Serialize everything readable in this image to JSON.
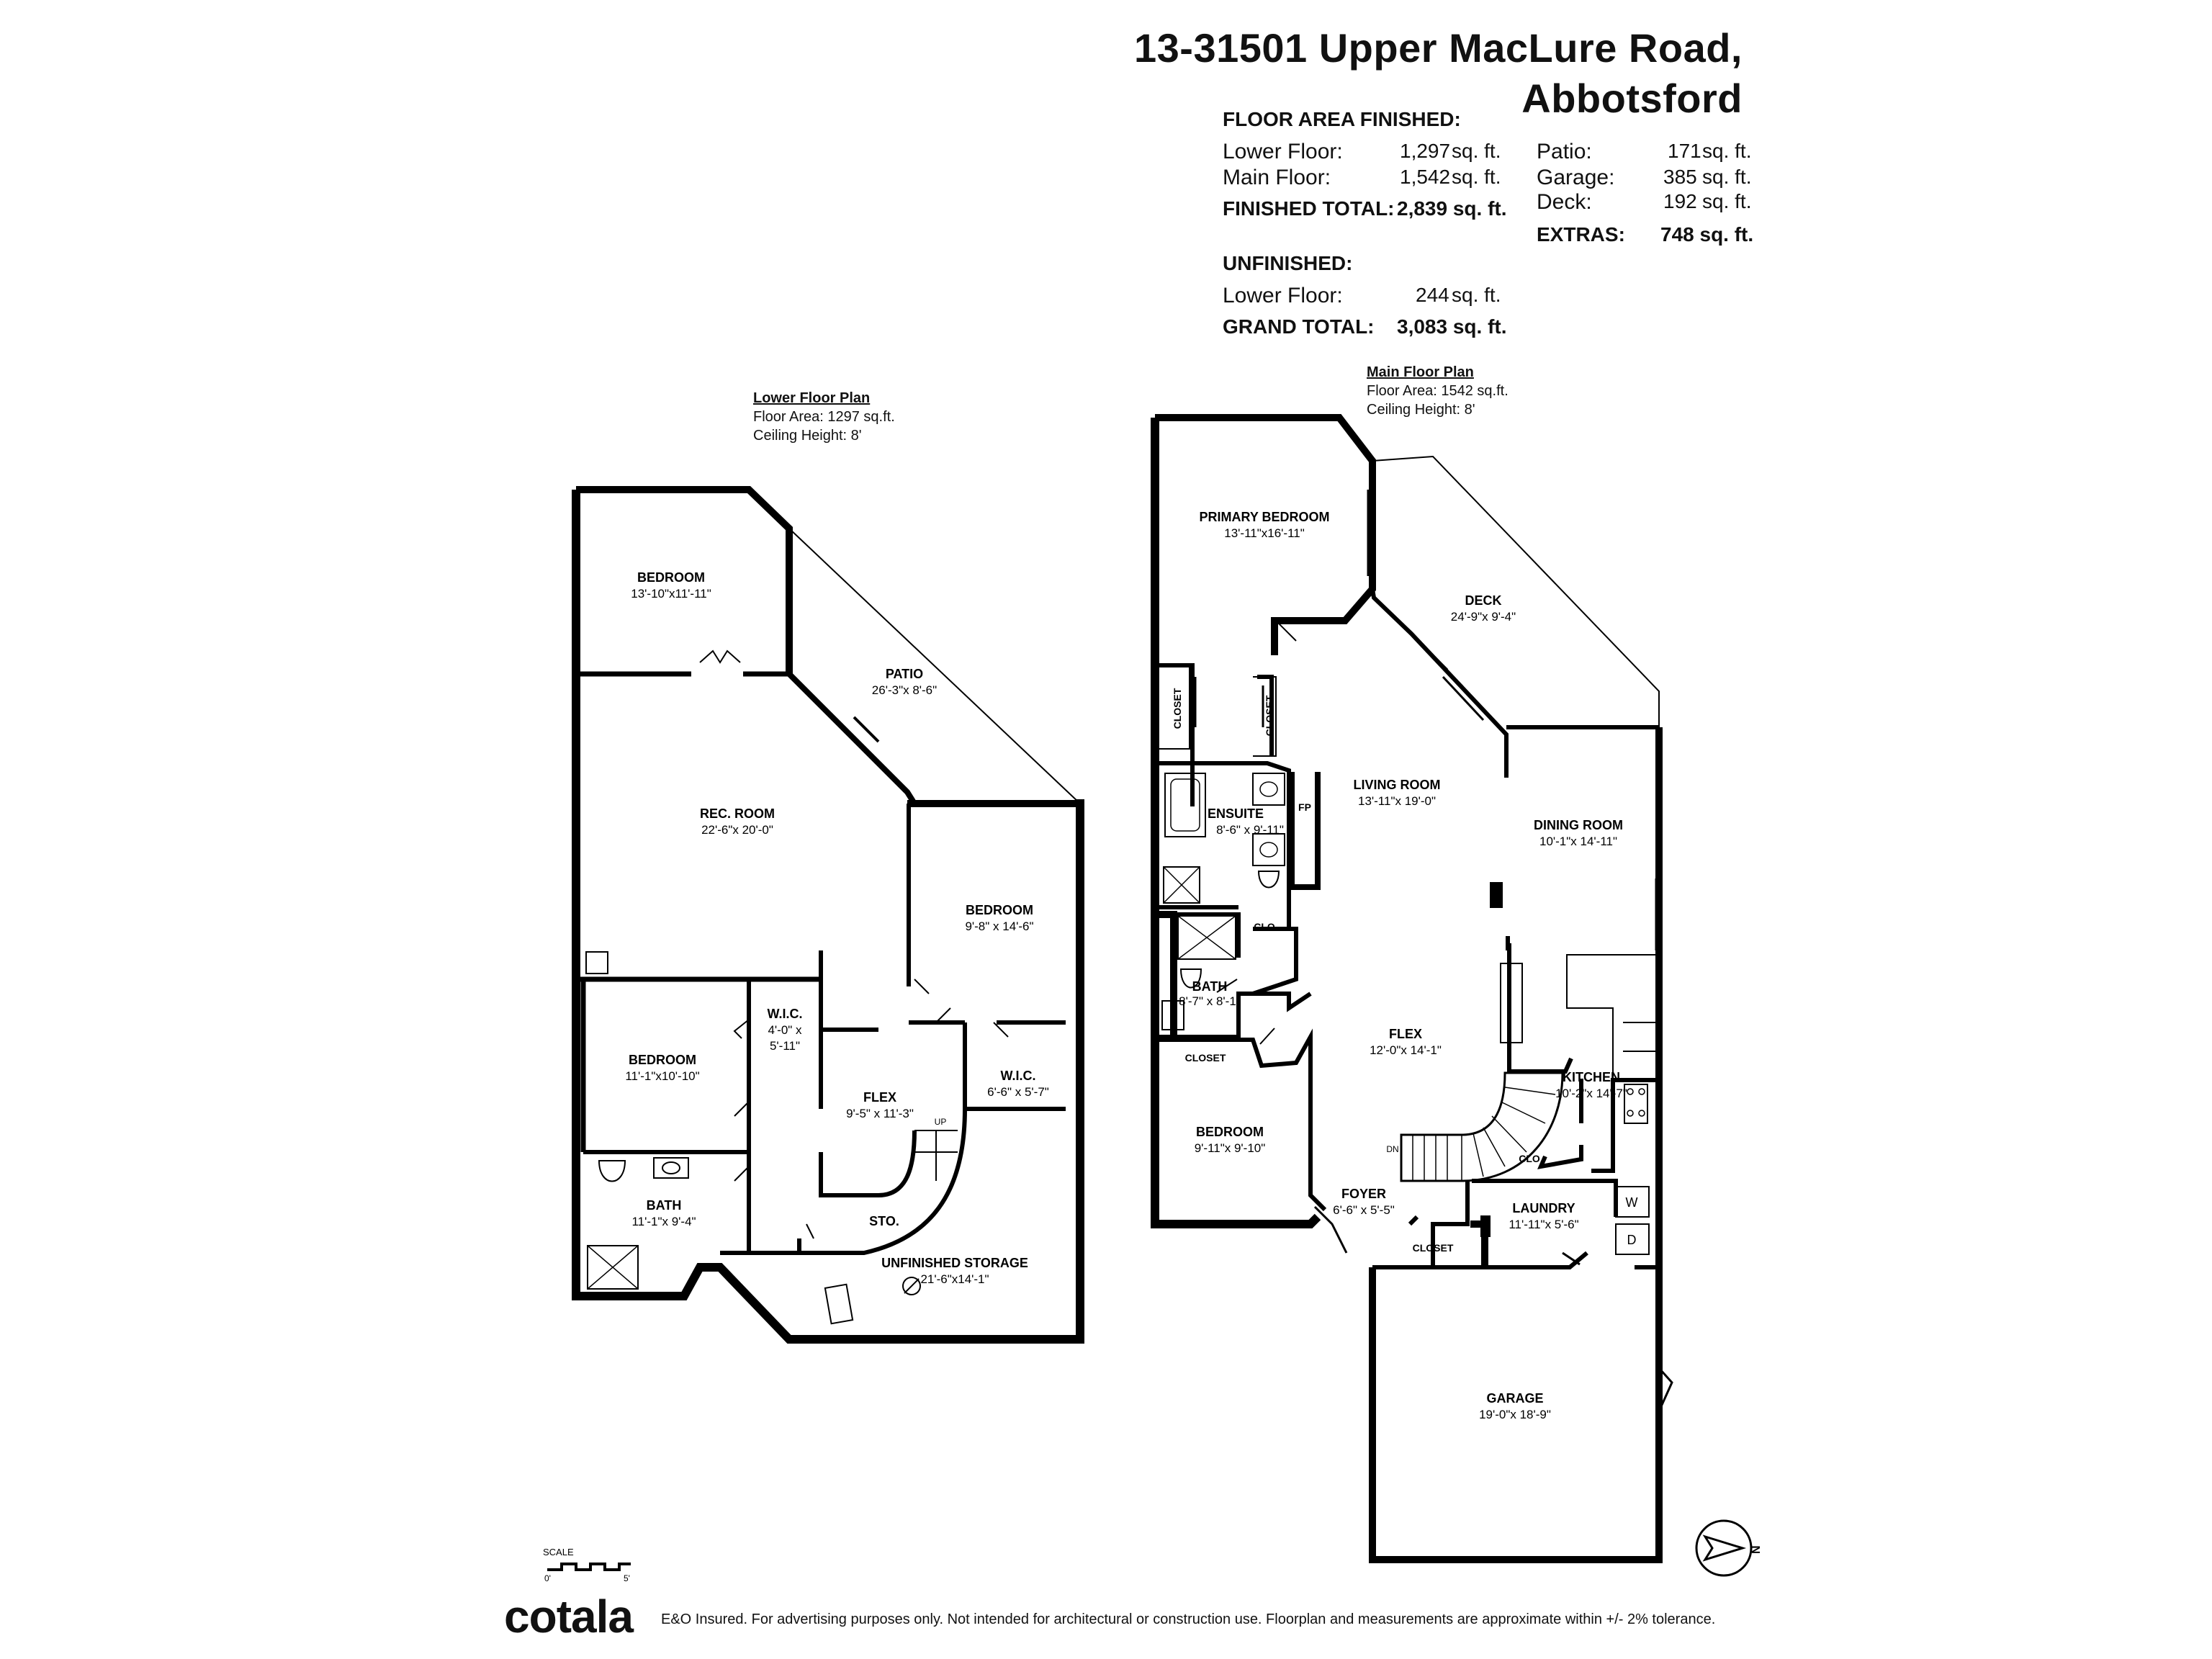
{
  "address": {
    "line1": "13-31501 Upper MacLure Road,",
    "line2": "Abbotsford"
  },
  "summary": {
    "finished_heading": "FLOOR AREA FINISHED:",
    "lower_label": "Lower Floor:",
    "lower_value": "1,297",
    "lower_unit": "sq. ft.",
    "main_label": "Main Floor:",
    "main_value": "1,542",
    "main_unit": "sq. ft.",
    "finished_total_label": "FINISHED TOTAL:",
    "finished_total_value": "2,839 sq. ft.",
    "patio_label": "Patio:",
    "patio_value": "171",
    "patio_unit": "sq. ft.",
    "garage_label": "Garage:",
    "garage_value": "385",
    "garage_unit": "sq. ft.",
    "deck_label": "Deck:",
    "deck_value": "192",
    "deck_unit": "sq. ft.",
    "extras_label": "EXTRAS:",
    "extras_value": "748 sq. ft.",
    "unfinished_heading": "UNFINISHED:",
    "unf_lower_label": "Lower Floor:",
    "unf_lower_value": "244",
    "unf_lower_unit": "sq. ft.",
    "grand_total_label": "GRAND TOTAL:",
    "grand_total_value": "3,083 sq. ft."
  },
  "lower_plan": {
    "title": "Lower Floor Plan",
    "area": "Floor Area: 1297 sq.ft.",
    "ceiling": "Ceiling Height: 8'"
  },
  "main_plan": {
    "title": "Main Floor Plan",
    "area": "Floor Area: 1542 sq.ft.",
    "ceiling": "Ceiling Height: 8'"
  },
  "lower_rooms": {
    "bedroom1": {
      "name": "BEDROOM",
      "dim": "13'-10\"x11'-11\""
    },
    "patio": {
      "name": "PATIO",
      "dim": "26'-3\"x 8'-6\""
    },
    "rec": {
      "name": "REC. ROOM",
      "dim": "22'-6\"x 20'-0\""
    },
    "bedroom2": {
      "name": "BEDROOM",
      "dim": "9'-8\" x 14'-6\""
    },
    "wic1": {
      "name": "W.I.C.",
      "dim1": "4'-0\" x",
      "dim2": "5'-11\""
    },
    "bedroom3": {
      "name": "BEDROOM",
      "dim": "11'-1\"x10'-10\""
    },
    "flex": {
      "name": "FLEX",
      "dim": "9'-5\" x 11'-3\""
    },
    "wic2": {
      "name": "W.I.C.",
      "dim": "6'-6\" x 5'-7\""
    },
    "bath": {
      "name": "BATH",
      "dim": "11'-1\"x 9'-4\""
    },
    "sto": {
      "name": "STO."
    },
    "storage": {
      "name": "UNFINISHED STORAGE",
      "dim": "21'-6\"x14'-1\""
    },
    "up": "UP"
  },
  "main_rooms": {
    "primary": {
      "name": "PRIMARY BEDROOM",
      "dim": "13'-11\"x16'-11\""
    },
    "deck": {
      "name": "DECK",
      "dim": "24'-9\"x 9'-4\""
    },
    "closet_a": "CLOSET",
    "closet_b": "CLOSET",
    "ensuite": {
      "name": "ENSUITE",
      "dim": "8'-6\" x 9'-11\""
    },
    "fp": "FP",
    "living": {
      "name": "LIVING ROOM",
      "dim": "13'-11\"x 19'-0\""
    },
    "dining": {
      "name": "DINING ROOM",
      "dim": "10'-1\"x 14'-11\""
    },
    "clo": "CLO.",
    "bath": {
      "name": "BATH",
      "dim": "8'-7\" x 8'-1\""
    },
    "closet_c": "CLOSET",
    "flex": {
      "name": "FLEX",
      "dim": "12'-0\"x 14'-1\""
    },
    "kitchen": {
      "name": "KITCHEN",
      "dim": "10'-2\"x 14'-7\""
    },
    "bedroom": {
      "name": "BEDROOM",
      "dim": "9'-11\"x 9'-10\""
    },
    "dn": "DN",
    "clo2": "CLO.",
    "foyer": {
      "name": "FOYER",
      "dim": "6'-6\" x 5'-5\""
    },
    "laundry": {
      "name": "LAUNDRY",
      "dim": "11'-11\"x 5'-6\""
    },
    "closet_d": "CLOSET",
    "w": "W",
    "d": "D",
    "garage": {
      "name": "GARAGE",
      "dim": "19'-0\"x 18'-9\""
    }
  },
  "scale": {
    "label": "SCALE",
    "zero": "0'",
    "five": "5'"
  },
  "compass": "N",
  "footer": {
    "logo": "cotala",
    "disclaimer": "E&O Insured. For advertising purposes only. Not intended for architectural or construction use. Floorplan and measurements are approximate within +/- 2% tolerance."
  }
}
